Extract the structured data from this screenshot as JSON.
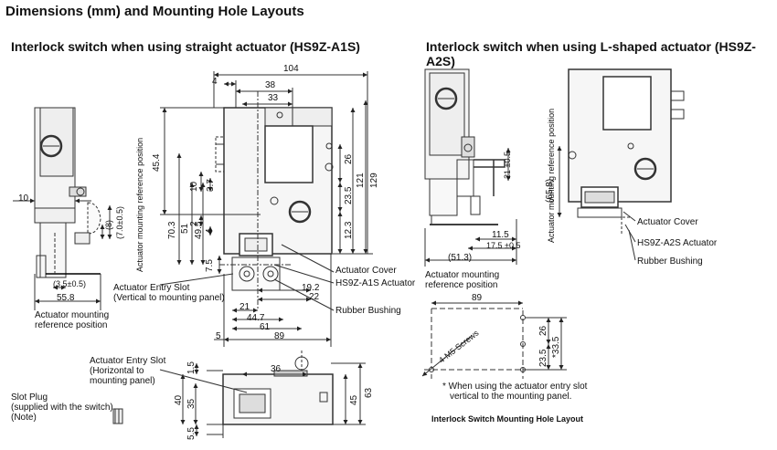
{
  "header": {
    "title": "Dimensions (mm) and Mounting Hole Layouts",
    "left_title": "Interlock switch when using straight actuator (HS9Z-A1S)",
    "right_title": "Interlock switch when using L-shaped actuator (HS9Z-A2S)"
  },
  "callouts": {
    "actuator_cover": "Actuator Cover",
    "a1s_actuator": "HS9Z-A1S Actuator",
    "rubber_bushing": "Rubber Bushing",
    "entry_slot_vertical_1": "Actuator Entry Slot",
    "entry_slot_vertical_2": "(Vertical to mounting panel)",
    "entry_slot_horizontal_1": "Actuator Entry Slot",
    "entry_slot_horizontal_2": "(Horizontal to",
    "entry_slot_horizontal_3": "mounting panel)",
    "slot_plug_1": "Slot Plug",
    "slot_plug_2": "(supplied with the switch)",
    "slot_plug_3": "(Note)",
    "ref_left_1": "Actuator mounting",
    "ref_left_2": "reference position",
    "ref_side_vertical": "Actuator mounting reference position",
    "ref_right_1": "Actuator mounting",
    "ref_right_2": "reference position",
    "ref_right_vertical": "Actuator mounting reference position",
    "r_actuator_cover": "Actuator Cover",
    "a2s_actuator": "HS9Z-A2S Actuator",
    "r_rubber_bushing": "Rubber Bushing",
    "screws": "4-M5 Screws",
    "note_1": "* When using the actuator entry slot",
    "note_2": "vertical to the mounting panel.",
    "hole_layout_caption": "Interlock Switch Mounting Hole Layout"
  },
  "dims": {
    "d104": "104",
    "d4": "4",
    "d38": "38",
    "d33": "33",
    "d45_4": "45.4",
    "d10_3_7": "10",
    "d3_7": "3.7",
    "d2": "2",
    "d4b": "4",
    "d70_3": "70.3",
    "d51": "51",
    "d49_5": "49.5",
    "d7_5": "7.5",
    "d26": "26",
    "d23_5": "23.5",
    "d121": "121",
    "d129": "129",
    "d12_3": "12.3",
    "d19_2": "19.2",
    "d22": "22",
    "d21": "21",
    "d44_7": "44.7",
    "d61": "61",
    "d5": "5",
    "d89": "89",
    "s10": "10",
    "s8": "(8)",
    "s7": "(7.0±0.5)",
    "s3_5": "(3.5±0.5)",
    "s55_8": "55.8",
    "b1_5": "1.5",
    "b36": "36",
    "b40": "40",
    "b35": "35",
    "b5_5": "5.5",
    "b45": "45",
    "b63": "63",
    "r21": "21 ±0.5",
    "r65_8": "(65.8)",
    "r11_5": "11.5",
    "r17_5": "17.5 ±0.5",
    "r51_3": "(51.3)",
    "m89": "89",
    "m26": "26",
    "m23_5": "23.5",
    "m33_5": "*33.5"
  }
}
